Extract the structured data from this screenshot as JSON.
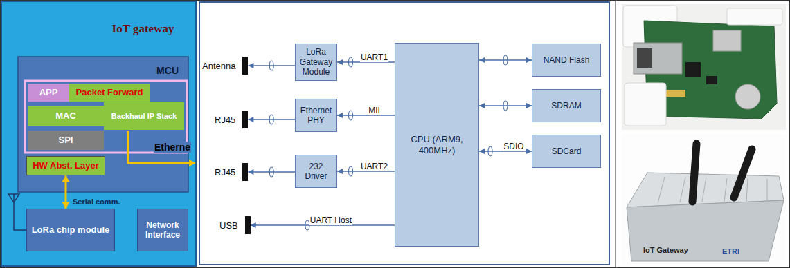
{
  "diagram": {
    "nodes": [
      {
        "text": [
          "IoT gateway"
        ]
      },
      {
        "text": [
          "MCU"
        ],
        "in": 0
      },
      {
        "text": [
          "APP"
        ],
        "in": 1
      },
      {
        "text": [
          "Packet Forward"
        ],
        "in": 1
      },
      {
        "text": [
          "MAC"
        ],
        "in": 1
      },
      {
        "text": [
          "Backhaul IP Stack"
        ],
        "in": 1
      },
      {
        "text": [
          "SPI"
        ],
        "in": 1
      },
      {
        "text": [
          "HW Abst. Layer"
        ],
        "in": 1
      },
      {
        "text": [
          "LoRa chip module"
        ],
        "in": 0
      },
      {
        "text": [
          "Network Interface"
        ],
        "in": 0
      },
      {
        "text": [
          "Antenna"
        ]
      },
      {
        "text": [
          "LoRa Gateway Module"
        ]
      },
      {
        "text": [
          "CPU (ARM9, 400MHz)"
        ]
      },
      {
        "text": [
          "NAND Flash"
        ]
      },
      {
        "text": [
          "RJ45"
        ]
      },
      {
        "text": [
          "Ethernet PHY"
        ]
      },
      {
        "text": [
          "SDRAM"
        ]
      },
      {
        "text": [
          "RJ45"
        ]
      },
      {
        "text": [
          "232 Driver"
        ]
      },
      {
        "text": [
          "SDCard"
        ]
      },
      {
        "text": [
          "USB"
        ]
      }
    ],
    "edges": [
      {
        "from": 7,
        "to": 8,
        "label": "Serial comm.",
        "arrow": "both"
      },
      {
        "from": 12,
        "to": 11,
        "label": "UART1",
        "arrow": "to"
      },
      {
        "from": 11,
        "to": 10,
        "arrow": "to"
      },
      {
        "from": 12,
        "to": 13,
        "arrow": "both"
      },
      {
        "from": 12,
        "to": 15,
        "label": "MII",
        "arrow": "to"
      },
      {
        "from": 15,
        "to": 14,
        "arrow": "to"
      },
      {
        "from": 12,
        "to": 16,
        "arrow": "both"
      },
      {
        "from": 12,
        "to": 18,
        "label": "UART2",
        "arrow": "to"
      },
      {
        "from": 18,
        "to": 17,
        "arrow": "to"
      },
      {
        "from": 12,
        "to": 19,
        "label": "SDIO",
        "arrow": "both"
      },
      {
        "from": 12,
        "to": 20,
        "label": "UART Host",
        "arrow": "to"
      }
    ],
    "labels": [
      "Etherne",
      "IoT Gateway",
      "ETRI"
    ]
  }
}
